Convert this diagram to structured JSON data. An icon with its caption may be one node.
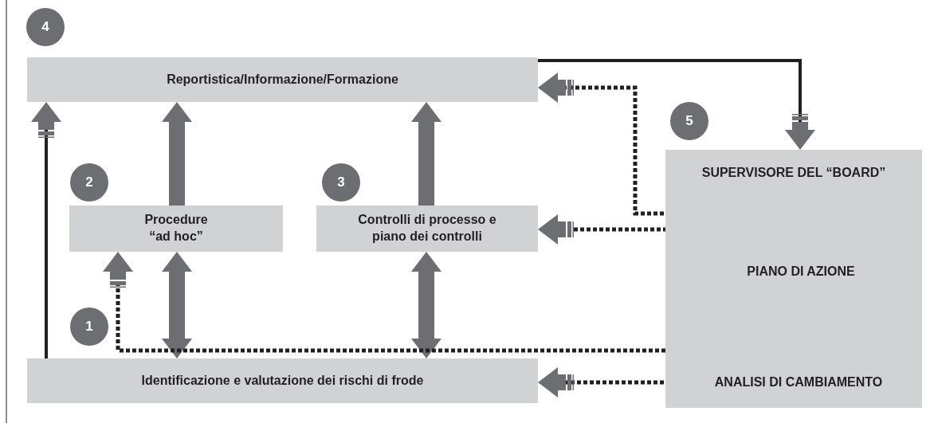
{
  "diagram": {
    "nodes": [
      {
        "text": [
          "Reportistica/Informazione/Formazione"
        ]
      },
      {
        "text": [
          "Procedure “ad hoc”"
        ]
      },
      {
        "text": [
          "Controlli di processo e piano dei controlli"
        ]
      },
      {
        "text": [
          "Identificazione e valutazione dei rischi di frode"
        ]
      },
      {
        "text": [
          "SUPERVISORE DEL “BOARD”"
        ]
      },
      {
        "text": [
          "PIANO DI AZIONE"
        ],
        "in": 4
      },
      {
        "text": [
          "ANALISI DI CAMBIAMENTO"
        ],
        "in": 4
      },
      {
        "text": [
          "4"
        ]
      },
      {
        "text": [
          "5"
        ]
      },
      {
        "text": [
          "2"
        ]
      },
      {
        "text": [
          "3"
        ]
      },
      {
        "text": [
          "1"
        ]
      }
    ],
    "edges": [
      {
        "from": 3,
        "to": 0,
        "arrow": "to"
      },
      {
        "from": 0,
        "to": 4,
        "arrow": "to"
      },
      {
        "from": 1,
        "to": 0,
        "arrow": "to",
        "style": "thick",
        "color": "#6d6e71"
      },
      {
        "from": 2,
        "to": 0,
        "arrow": "to",
        "style": "thick",
        "color": "#6d6e71"
      },
      {
        "from": 1,
        "to": 3,
        "arrow": "both",
        "style": "thick",
        "color": "#6d6e71"
      },
      {
        "from": 2,
        "to": 3,
        "arrow": "both",
        "style": "thick",
        "color": "#6d6e71"
      },
      {
        "from": 5,
        "to": 0,
        "arrow": "to",
        "style": "dashed"
      },
      {
        "from": 5,
        "to": 2,
        "arrow": "to",
        "style": "dashed"
      },
      {
        "from": 5,
        "to": 1,
        "arrow": "to",
        "style": "dashed"
      },
      {
        "from": 6,
        "to": 3,
        "arrow": "to",
        "style": "dashed"
      }
    ]
  }
}
